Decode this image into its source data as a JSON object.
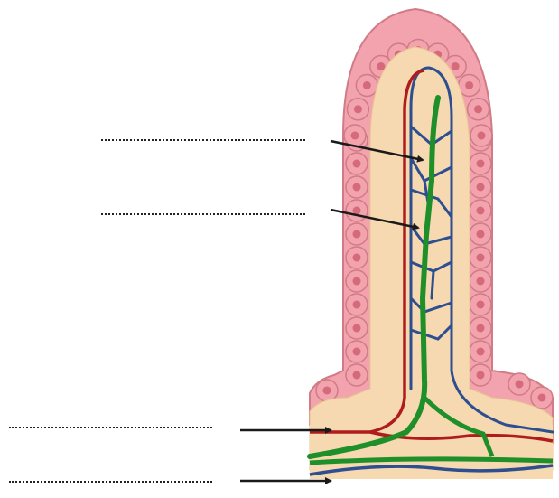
{
  "labels": [
    {
      "id": "label-1",
      "text": "",
      "target": "capillary-network"
    },
    {
      "id": "label-2",
      "text": "",
      "target": "lacteal"
    },
    {
      "id": "label-3",
      "text": "",
      "target": "arteriole"
    },
    {
      "id": "label-4",
      "text": "",
      "target": "venule"
    }
  ],
  "colors": {
    "epithelium": "#f2a3ad",
    "epithelium_stroke": "#d07b86",
    "nucleus": "#d56a7b",
    "core": "#f6d9b0",
    "artery": "#b01c1c",
    "vein": "#2d4f8f",
    "lacteal": "#1f8f2a",
    "arrow": "#1a1a1a"
  }
}
